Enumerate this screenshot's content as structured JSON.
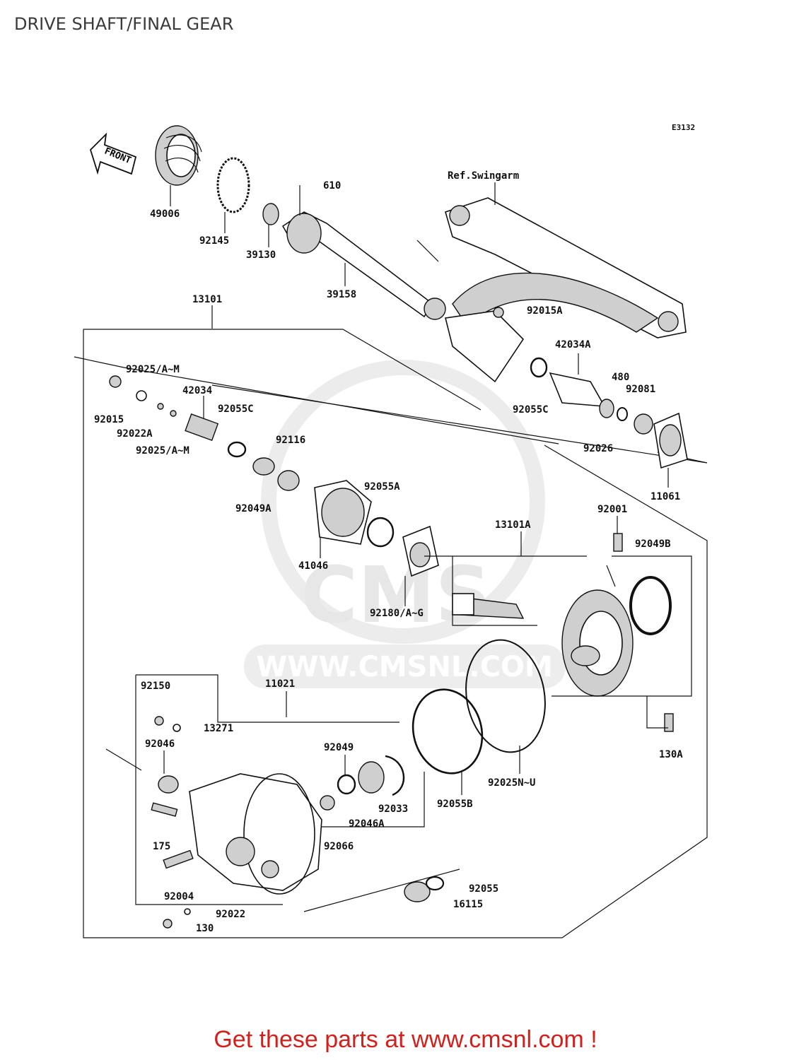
{
  "page": {
    "title": "DRIVE SHAFT/FINAL GEAR"
  },
  "diagram": {
    "code": "E3132",
    "front_label": "FRONT",
    "ref_label": "Ref.Swingarm",
    "watermark": {
      "logo": "CMS",
      "url": "WWW.CMSNL.COM"
    },
    "labels": {
      "p49006": "49006",
      "p92145": "92145",
      "p39130": "39130",
      "p610": "610",
      "p39158": "39158",
      "p13101": "13101",
      "p92015A": "92015A",
      "p42034A": "42034A",
      "p92025_am_top": "92025/A~M",
      "p92015": "92015",
      "p92022A": "92022A",
      "p42034": "42034",
      "p92055C_left": "92055C",
      "p92025_am_bot": "92025/A~M",
      "p92116": "92116",
      "p92049A": "92049A",
      "p92055C_right": "92055C",
      "p480": "480",
      "p92081": "92081",
      "p92026": "92026",
      "p11061": "11061",
      "p92055A": "92055A",
      "p41046": "41046",
      "p13101A": "13101A",
      "p92001": "92001",
      "p92049B": "92049B",
      "p92180": "92180/A~G",
      "p92150": "92150",
      "p11021": "11021",
      "p13271": "13271",
      "p92046": "92046",
      "p92049": "92049",
      "p92033": "92033",
      "p92046A": "92046A",
      "p92066": "92066",
      "p175": "175",
      "p92004": "92004",
      "p92022": "92022",
      "p130": "130",
      "p92055": "92055",
      "p16115": "16115",
      "p92055B": "92055B",
      "p92025NU": "92025N~U",
      "p130A": "130A"
    }
  },
  "footer": {
    "cta": "Get these parts at www.cmsnl.com !"
  },
  "colors": {
    "cta": "#d0211c",
    "title": "#3a3a3a"
  }
}
